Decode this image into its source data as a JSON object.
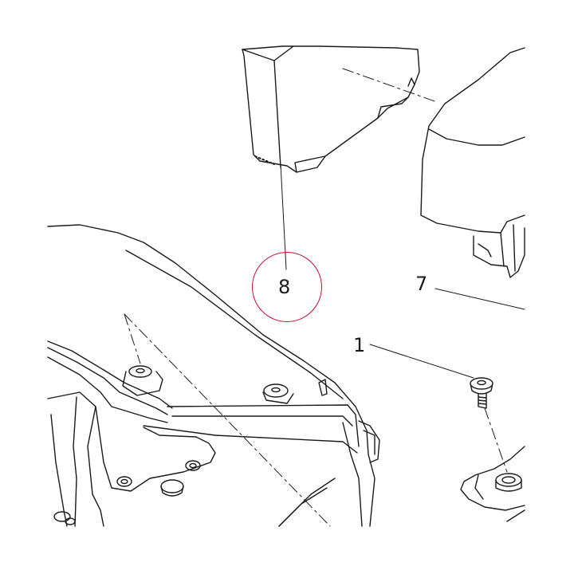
{
  "figure": {
    "callouts": [
      {
        "id": "8",
        "label": "8",
        "highlighted": true
      },
      {
        "id": "7",
        "label": "7",
        "highlighted": false
      },
      {
        "id": "1",
        "label": "1",
        "highlighted": false
      }
    ],
    "colors": {
      "linework": "#1a1a1a",
      "highlight_ring": "#c8102e",
      "background": "#ffffff"
    },
    "parts_depicted": [
      "air-filter-cover",
      "housing-bracket",
      "air-filter-lower-housing",
      "fastener-screw",
      "mounting-grommet"
    ]
  }
}
